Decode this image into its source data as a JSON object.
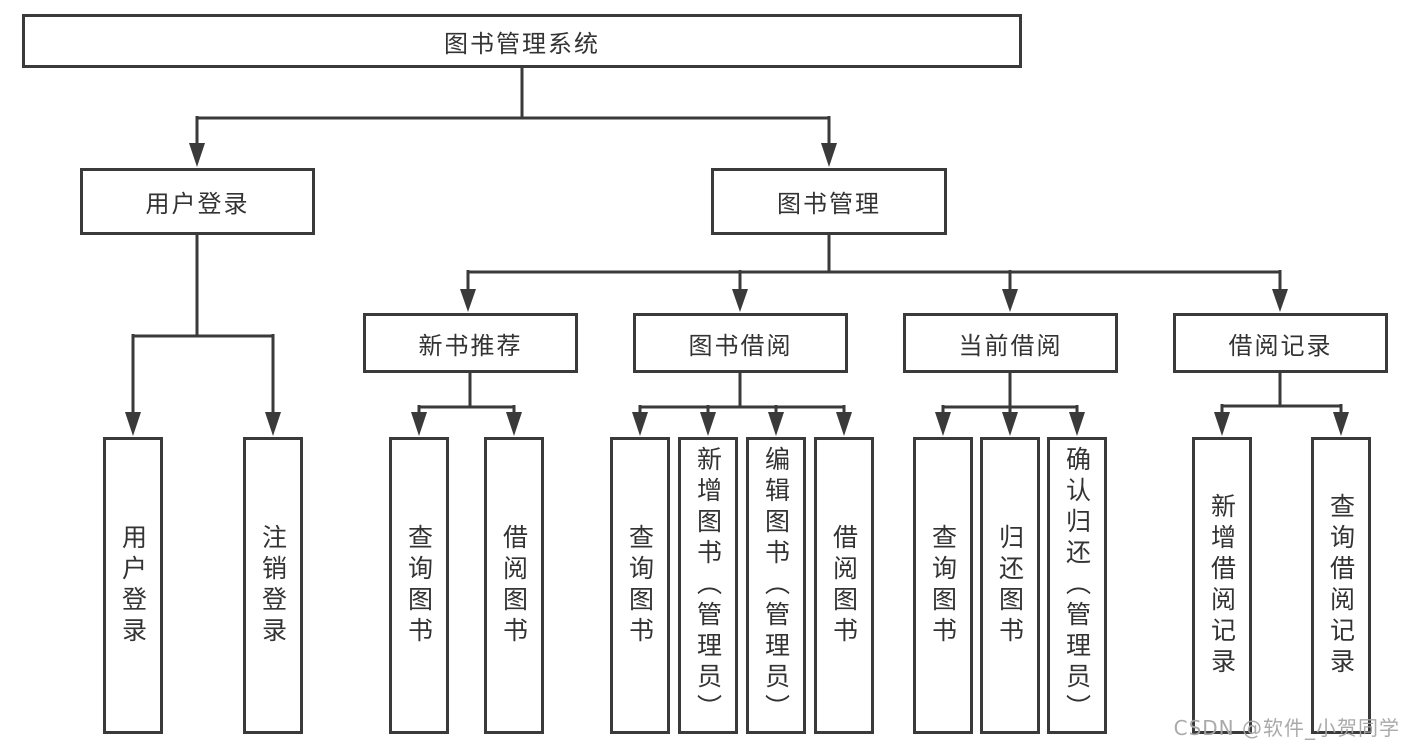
{
  "tree": {
    "root": {
      "label": "图书管理系统"
    },
    "branches": [
      {
        "label": "用户登录",
        "children": [
          {
            "label": "用户登录"
          },
          {
            "label": "注销登录"
          }
        ]
      },
      {
        "label": "图书管理",
        "children": [
          {
            "label": "新书推荐",
            "children": [
              {
                "label": "查询图书"
              },
              {
                "label": "借阅图书"
              }
            ]
          },
          {
            "label": "图书借阅",
            "children": [
              {
                "label": "查询图书"
              },
              {
                "label": "新增图书（管理员）"
              },
              {
                "label": "编辑图书（管理员）"
              },
              {
                "label": "借阅图书"
              }
            ]
          },
          {
            "label": "当前借阅",
            "children": [
              {
                "label": "查询图书"
              },
              {
                "label": "归还图书"
              },
              {
                "label": "确认归还（管理员）"
              }
            ]
          },
          {
            "label": "借阅记录",
            "children": [
              {
                "label": "新增借阅记录"
              },
              {
                "label": "查询借阅记录"
              }
            ]
          }
        ]
      }
    ]
  },
  "watermark": "CSDN @软件_小贺同学",
  "colors": {
    "line": "#3a3a3a",
    "text": "#333333",
    "background": "#ffffff",
    "watermark": "#a5a5a5"
  }
}
